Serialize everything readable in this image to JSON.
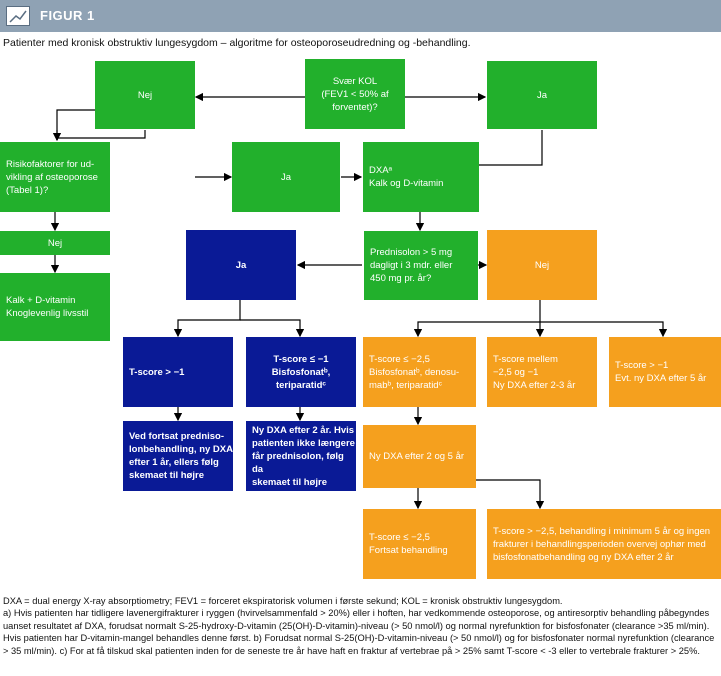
{
  "header": {
    "title": "FIGUR 1"
  },
  "subtitle": "Patienter med kronisk obstruktiv lungesygdom – algoritme for osteoporoseudredning og -behandling.",
  "nodes": {
    "svaer_kol": "Svær KOL\n(FEV1 < 50% af\nforventet)?",
    "nej_1": "Nej",
    "ja_1": "Ja",
    "risikofaktorer": "Risikofaktorer for ud-\nvikling af osteoporose\n(Tabel 1)?",
    "ja_2": "Ja",
    "dxa_kalk": "DXAᵃ\nKalk og D-vitamin",
    "nej_2": "Nej",
    "kalk_d_vitamin": "Kalk + D-vitamin\nKnoglevenlig livsstil",
    "ja_3": "Ja",
    "prednisolon": "Prednisolon > 5 mg\ndagligt i 3 mdr. eller\n450 mg pr. år?",
    "nej_3": "Nej",
    "tscore_gt_1": "T-score > −1",
    "tscore_le_1": "T-score ≤ −1\nBisfosfonatᵇ,\nteriparatidᶜ",
    "tscore_le_25": "T-score ≤ −2,5\nBisfosfonatᵇ, denosu-\nmabᵇ, teriparatidᶜ",
    "tscore_mellem": "T-score mellem\n−2,5 og −1\nNy DXA efter 2-3 år",
    "tscore_gt_1_evt": "T-score > −1\nEvt. ny DXA efter 5 år",
    "ved_fortsat": "Ved fortsat predniso-\nlonbehandling, ny DXA\nefter 1 år, ellers følg\nskemaet til højre",
    "ny_dxa_2aar": "Ny DXA efter 2 år. Hvis\npatienten ikke længere\nfår prednisolon, følg da\nskemaet til højre",
    "ny_dxa_2_5": "Ny DXA efter 2 og 5 år",
    "fortsat_behandling": "T-score ≤ −2,5\nFortsat behandling",
    "tscore_ophoer": "T-score > −2,5, behandling i minimum 5 år og ingen\nfrakturer i behandlingsperioden overvej ophør med\nbisfosfonatbehandling og ny DXA efter 2 år"
  },
  "footnotes": {
    "line1": "DXA = dual energy X-ray absorptiometry; FEV1 = forceret ekspiratorisk volumen i første sekund; KOL = kronisk obstruktiv lungesygdom.",
    "line2": "a) Hvis patienten har tidligere lavenergifrakturer i ryggen (hvirvelsammenfald > 20%) eller i hoften, har vedkommende osteoporose, og antiresorptiv behandling påbegyndes uanset resultatet af DXA, forudsat normalt S-25-hydroxy-D-vitamin (25(OH)-D-vitamin)-niveau (> 50 nmol/l) og normal nyrefunktion for bisfosfonater (clearance >35 ml/min). Hvis patienten har D-vitamin-mangel behandles denne først. b) Forudsat normal S-25(OH)-D-vitamin-niveau (> 50 nmol/l) og for bisfosfonater normal nyrefunktion (clearance > 35 ml/min). c) For at få tilskud skal patienten inden for de seneste tre år have haft en fraktur af vertebrae på > 25% samt T-score < -3 eller to vertebrale frakturer > 25%."
  },
  "colors": {
    "green": "#22b02c",
    "blue": "#0a1a96",
    "orange": "#f5a01e",
    "header": "#8fa2b4"
  }
}
